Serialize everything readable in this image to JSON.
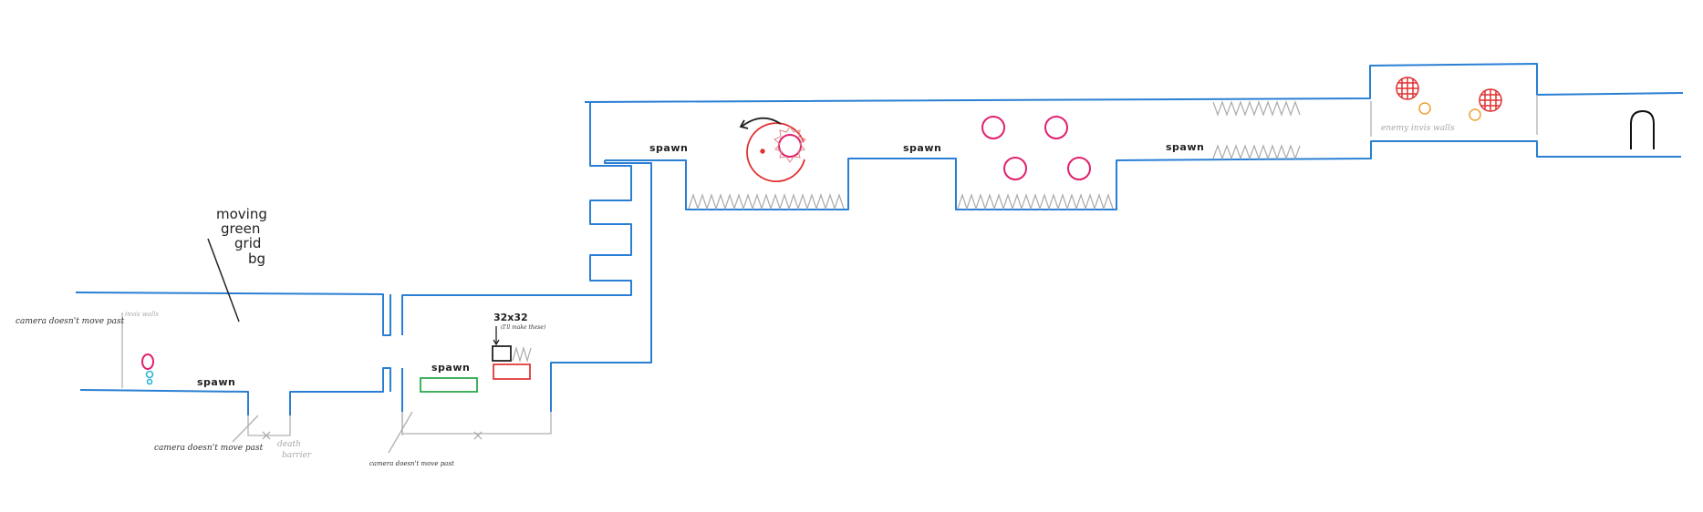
{
  "labels": {
    "moving_line1": "moving",
    "moving_line2": "green",
    "moving_line3": "grid",
    "moving_line4": "bg",
    "camera_left": "camera doesn't move past",
    "camera_pit1": "camera doesn't move past",
    "camera_pit2": "camera doesn't move past",
    "invis_walls": "invis walls",
    "death_barrier_line1": "death",
    "death_barrier_line2": "barrier",
    "size_note": "32x32",
    "size_subnote": "(I'll make these)",
    "enemy_invis_walls": "enemy invis walls",
    "spawn1": "spawn",
    "spawn2": "spawn",
    "spawn3": "spawn",
    "spawn4": "spawn",
    "spawn5": "spawn"
  },
  "colors": {
    "wall": "#2a7fd4",
    "spikes": "#aaaaaa",
    "hazard_circle": "#e0206e",
    "saw_red": "#e03030",
    "platform_green": "#2ea84f",
    "platform_red": "#e23a3a",
    "orb_orange": "#f0a030",
    "player_cyan": "#29b6d6",
    "door": "#111111",
    "guide_grey": "#b0b0b0"
  }
}
